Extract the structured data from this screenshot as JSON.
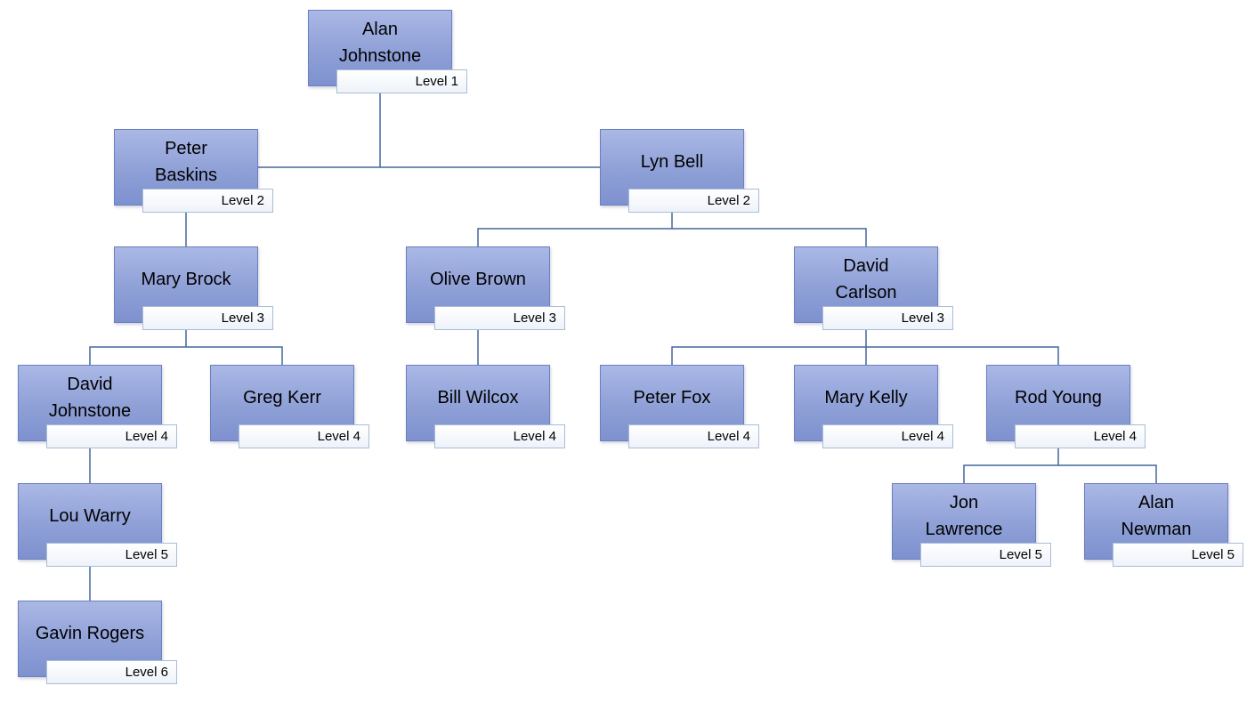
{
  "diagram": {
    "type": "org-chart",
    "colors": {
      "box_fill_top": "#aab8e5",
      "box_fill_bottom": "#7e91cf",
      "box_border": "#6d7fbe",
      "level_badge_fill": "#f4f8fc",
      "level_badge_border": "#a9bcd8",
      "connector": "#44679b",
      "text": "#000000"
    },
    "nodes": [
      {
        "name": "Alan\nJohnstone",
        "level": "Level 1",
        "parent": null
      },
      {
        "name": "Peter\nBaskins",
        "level": "Level 2",
        "parent": "Alan Johnstone"
      },
      {
        "name": "Lyn Bell",
        "level": "Level 2",
        "parent": "Alan Johnstone"
      },
      {
        "name": "Mary Brock",
        "level": "Level 3",
        "parent": "Peter Baskins"
      },
      {
        "name": "Olive Brown",
        "level": "Level 3",
        "parent": "Lyn Bell"
      },
      {
        "name": "David\nCarlson",
        "level": "Level 3",
        "parent": "Lyn Bell"
      },
      {
        "name": "David\nJohnstone",
        "level": "Level 4",
        "parent": "Mary Brock"
      },
      {
        "name": "Greg Kerr",
        "level": "Level 4",
        "parent": "Mary Brock"
      },
      {
        "name": "Bill Wilcox",
        "level": "Level 4",
        "parent": "Olive Brown"
      },
      {
        "name": "Peter Fox",
        "level": "Level 4",
        "parent": "David Carlson"
      },
      {
        "name": "Mary Kelly",
        "level": "Level 4",
        "parent": "David Carlson"
      },
      {
        "name": "Rod Young",
        "level": "Level 4",
        "parent": "David Carlson"
      },
      {
        "name": "Lou Warry",
        "level": "Level 5",
        "parent": "David Johnstone"
      },
      {
        "name": "Jon\nLawrence",
        "level": "Level 5",
        "parent": "Rod Young"
      },
      {
        "name": "Alan\nNewman",
        "level": "Level 5",
        "parent": "Rod Young"
      },
      {
        "name": "Gavin Rogers",
        "level": "Level 6",
        "parent": "Lou Warry"
      }
    ]
  }
}
